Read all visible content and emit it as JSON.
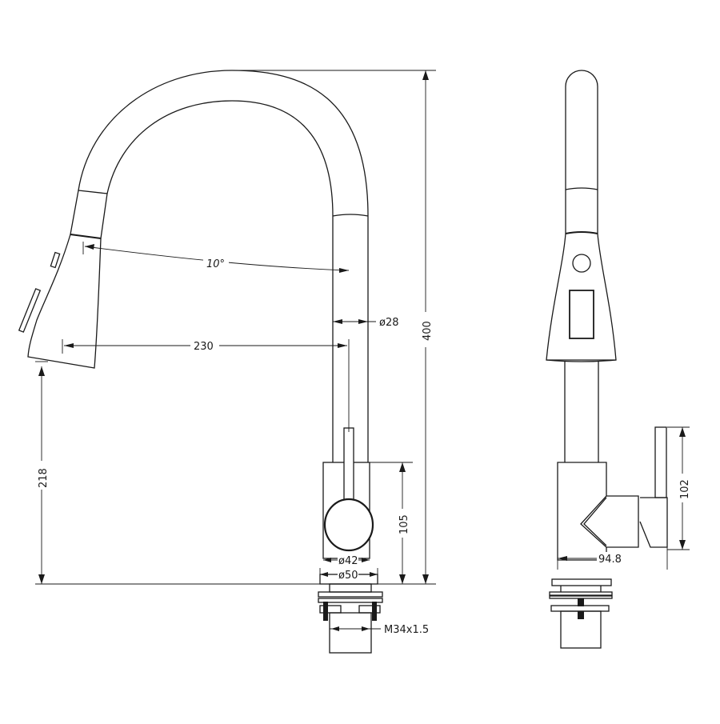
{
  "drawing": {
    "type": "technical drawing",
    "subject": "pull-down kitchen faucet",
    "line_color": "#1a1a1a",
    "background": "#ffffff"
  },
  "front_view": {
    "dimensions": {
      "height_total": "400",
      "spray_angle": "10°",
      "spout_diameter": "ø28",
      "reach": "230",
      "spray_height": "218",
      "body_height": "105",
      "body_diameter": "ø42",
      "base_diameter": "ø50",
      "thread": "M34x1.5"
    }
  },
  "side_view": {
    "dimensions": {
      "handle_height": "102",
      "body_depth": "94.8"
    }
  }
}
